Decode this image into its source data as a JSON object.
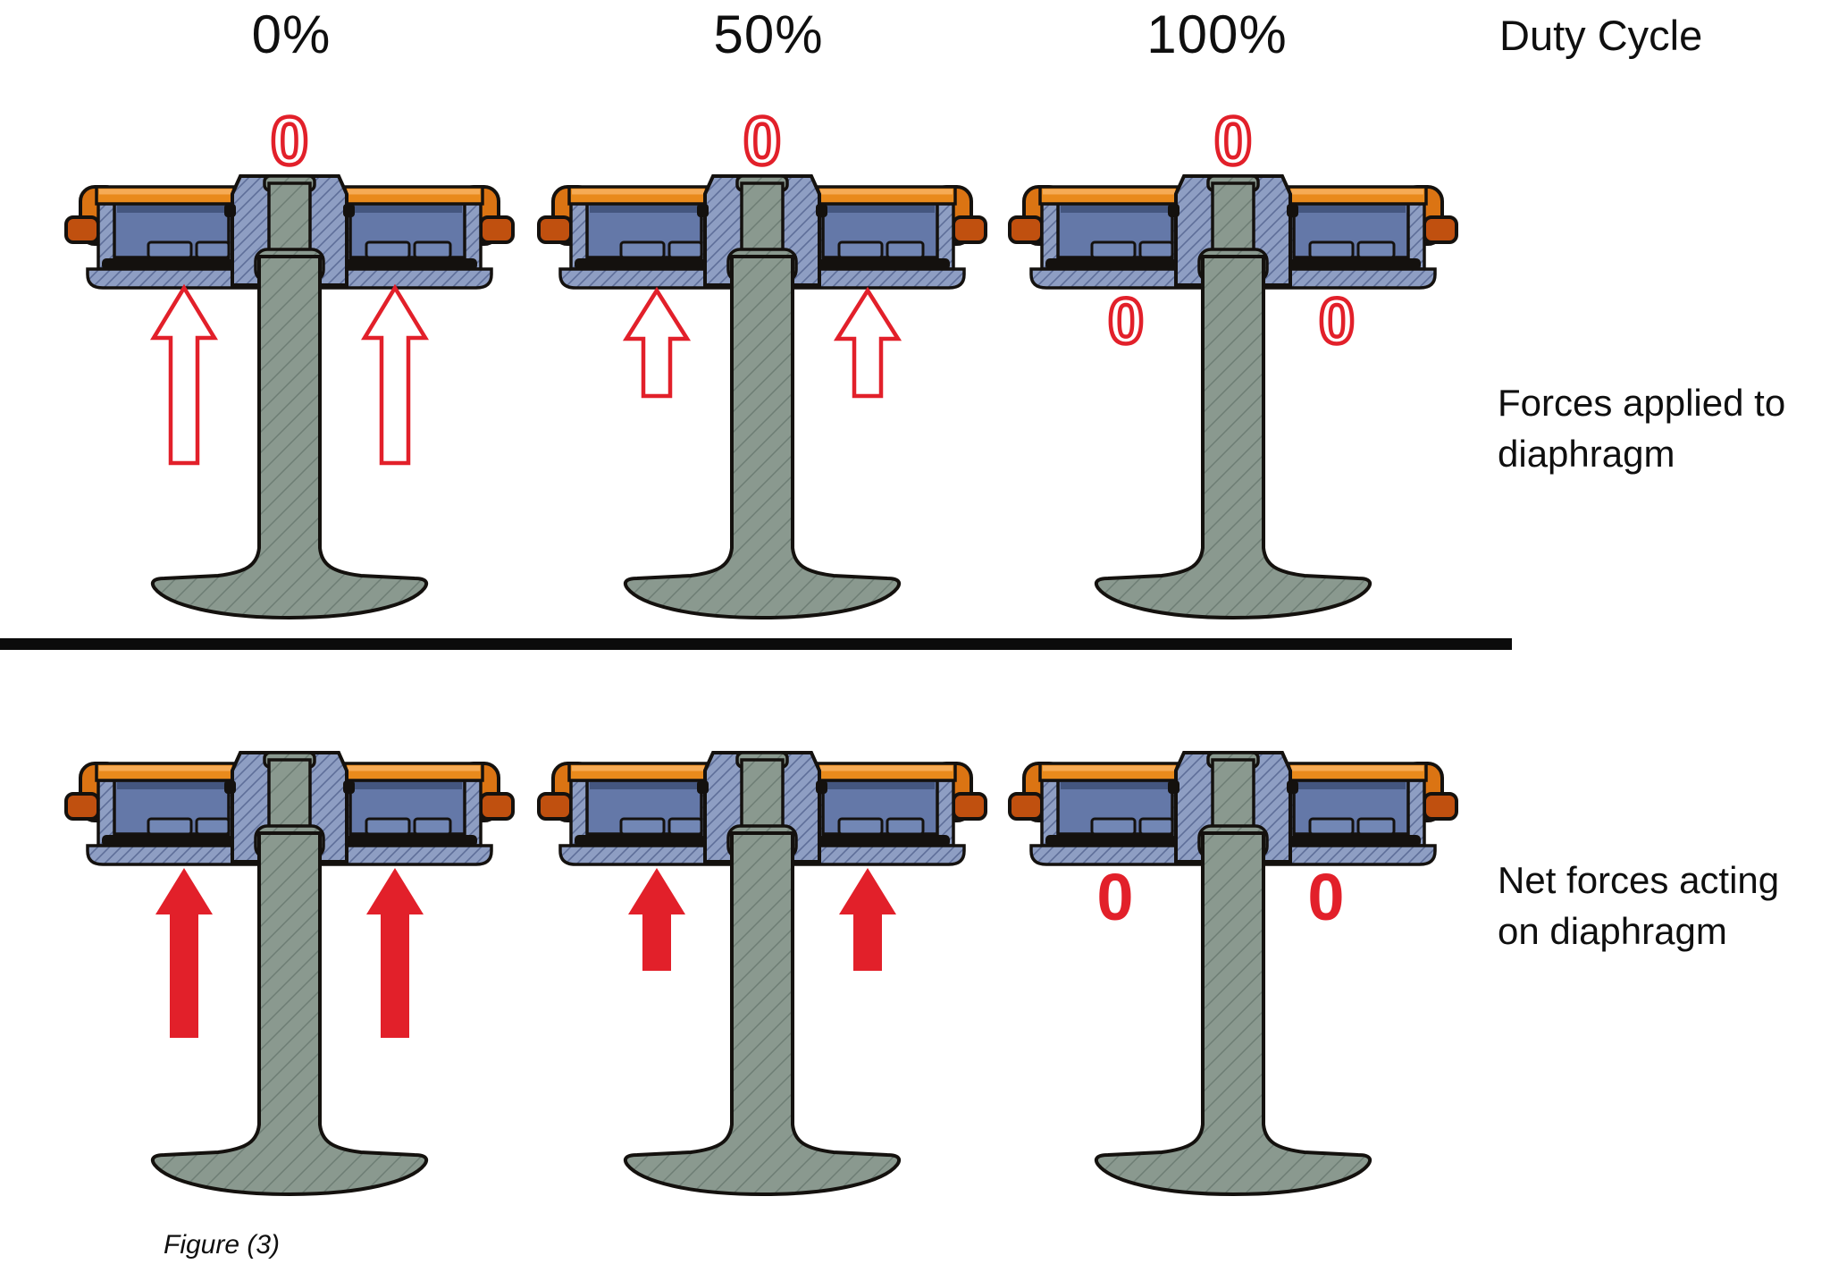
{
  "header": {
    "columns": [
      {
        "duty_cycle": "0%"
      },
      {
        "duty_cycle": "50%"
      },
      {
        "duty_cycle": "100%"
      }
    ],
    "axis_label": "Duty Cycle"
  },
  "applied_row": {
    "label_line1": "Forces applied to",
    "label_line2": "diaphragm",
    "columns": [
      {
        "duty_cycle": "0%",
        "force_above_valve": "0",
        "force_arrows": "two-large-hollow-up-arrows"
      },
      {
        "duty_cycle": "50%",
        "force_above_valve": "0",
        "force_arrows": "two-small-hollow-up-arrows"
      },
      {
        "duty_cycle": "100%",
        "force_above_valve": "0",
        "force_below_left": "0",
        "force_below_right": "0",
        "force_arrows": "none"
      }
    ]
  },
  "net_row": {
    "label_line1": "Net forces acting",
    "label_line2": "on diaphragm",
    "columns": [
      {
        "duty_cycle": "0%",
        "force_arrows": "two-large-solid-up-arrows"
      },
      {
        "duty_cycle": "50%",
        "force_arrows": "two-small-solid-up-arrows"
      },
      {
        "duty_cycle": "100%",
        "net_force_left": "0",
        "net_force_right": "0",
        "force_arrows": "none"
      }
    ]
  },
  "caption": "Figure (3)",
  "colors": {
    "force_red": "#e2202a",
    "valve_body_blue": "#8e9ec3",
    "coil_cavity_blue": "#6478a8",
    "diaphragm_orange": "#e98a1c",
    "diaphragm_edge_rust": "#c0500f",
    "stem_gray": "#8a998f",
    "divider_black": "#0b0b0b"
  }
}
